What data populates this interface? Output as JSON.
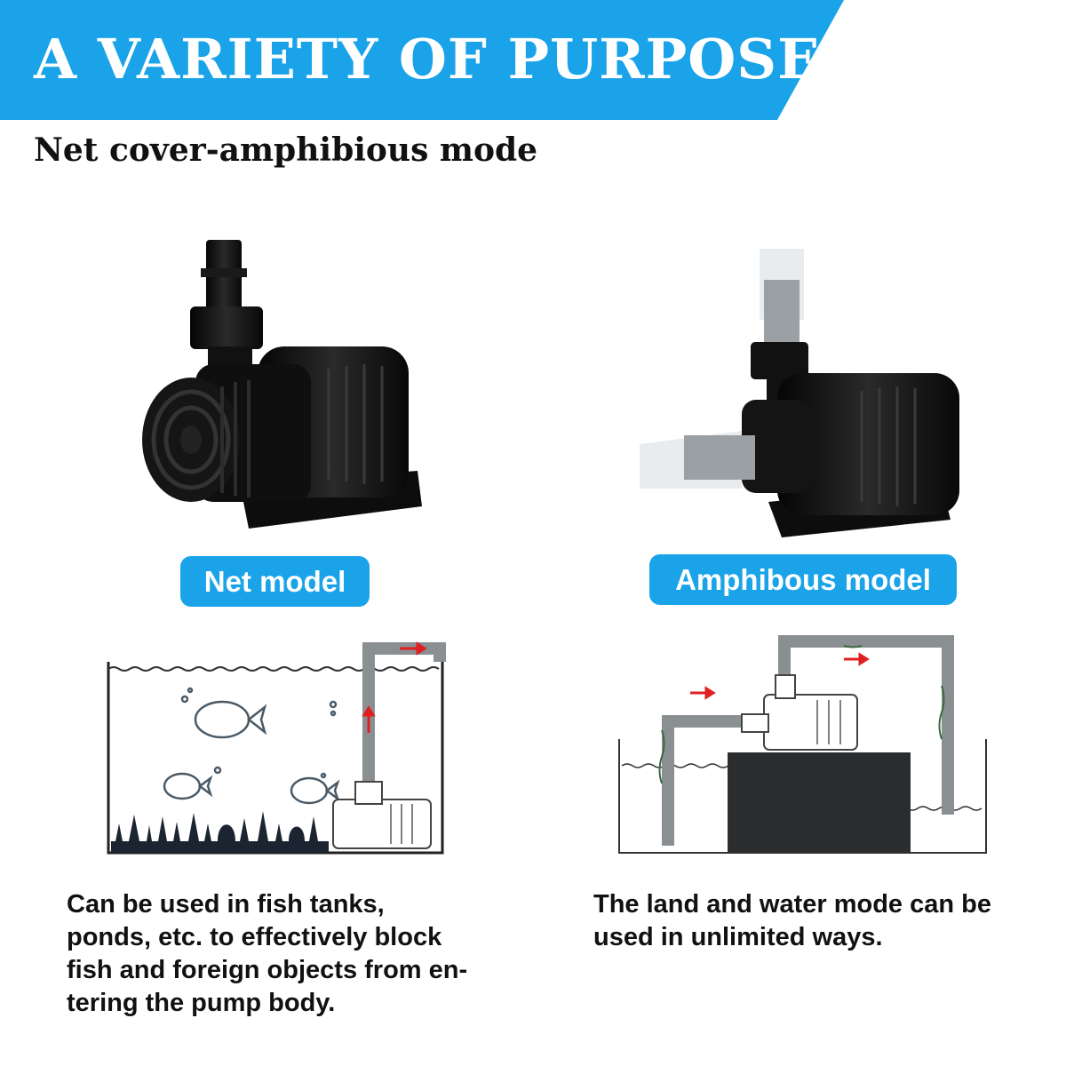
{
  "header": {
    "title": "A VARIETY OF PURPOSES"
  },
  "subtitle": "Net cover-amphibious mode",
  "left": {
    "label": "Net model",
    "description_lines": [
      "Can be used in fish tanks,",
      "ponds, etc. to effectively block",
      "fish and foreign objects from en-",
      "tering the pump body."
    ]
  },
  "right": {
    "label": "Amphibous model",
    "description_lines": [
      "The land and water mode can be",
      "used in unlimited ways."
    ]
  },
  "colors": {
    "banner_blue": "#1aa3e8",
    "pump_black": "#111111",
    "flow_arrow_red": "#e02020",
    "pipe_gray": "#8a8f92"
  }
}
